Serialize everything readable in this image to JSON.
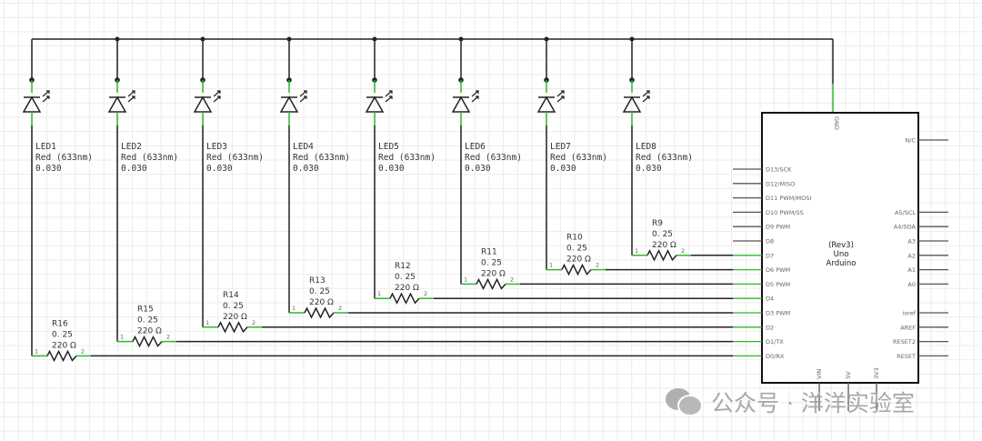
{
  "leds": [
    {
      "name": "LED1",
      "color": "Red (633nm)",
      "value": "0.030"
    },
    {
      "name": "LED2",
      "color": "Red (633nm)",
      "value": "0.030"
    },
    {
      "name": "LED3",
      "color": "Red (633nm)",
      "value": "0.030"
    },
    {
      "name": "LED4",
      "color": "Red (633nm)",
      "value": "0.030"
    },
    {
      "name": "LED5",
      "color": "Red (633nm)",
      "value": "0.030"
    },
    {
      "name": "LED6",
      "color": "Red (633nm)",
      "value": "0.030"
    },
    {
      "name": "LED7",
      "color": "Red (633nm)",
      "value": "0.030"
    },
    {
      "name": "LED8",
      "color": "Red (633nm)",
      "value": "0.030"
    }
  ],
  "resistors": [
    {
      "name": "R16",
      "power": "0. 25",
      "value": "220 Ω",
      "pin": "D0/RX"
    },
    {
      "name": "R15",
      "power": "0. 25",
      "value": "220 Ω",
      "pin": "D1/TX"
    },
    {
      "name": "R14",
      "power": "0. 25",
      "value": "220 Ω",
      "pin": "D2"
    },
    {
      "name": "R13",
      "power": "0. 25",
      "value": "220 Ω",
      "pin": "D3 PWM"
    },
    {
      "name": "R12",
      "power": "0. 25",
      "value": "220 Ω",
      "pin": "D4"
    },
    {
      "name": "R11",
      "power": "0. 25",
      "value": "220 Ω",
      "pin": "D5 PWM"
    },
    {
      "name": "R10",
      "power": "0. 25",
      "value": "220 Ω",
      "pin": "D6 PWM"
    },
    {
      "name": "R9",
      "power": "0. 25",
      "value": "220 Ω",
      "pin": "D7"
    }
  ],
  "arduino": {
    "title": [
      "(Rev3)",
      "Uno",
      "Arduino"
    ],
    "left_pins": [
      "D13/SCK",
      "D12/MISO",
      "D11 PWM/MOSI",
      "D10 PWM/SS",
      "D9 PWM",
      "D8",
      "D7",
      "D6 PWM",
      "D5 PWM",
      "D4",
      "D3 PWM",
      "D2",
      "D1/TX",
      "D0/RX"
    ],
    "right_pins": [
      {
        "label": "N/C",
        "row": -2
      },
      {
        "label": "A5/SCL",
        "row": 3
      },
      {
        "label": "A4/SDA",
        "row": 4
      },
      {
        "label": "A3",
        "row": 5
      },
      {
        "label": "A2",
        "row": 6
      },
      {
        "label": "A1",
        "row": 7
      },
      {
        "label": "A0",
        "row": 8
      },
      {
        "label": "ioref",
        "row": 10
      },
      {
        "label": "AREF",
        "row": 11
      },
      {
        "label": "RESET2",
        "row": 12
      },
      {
        "label": "RESET",
        "row": 13
      }
    ],
    "top_pin": "GND",
    "bottom_pins": [
      "VIN",
      "5V",
      "3V3"
    ]
  },
  "colors": {
    "wire": "#222222",
    "connected": "#2db82d"
  },
  "watermark": {
    "text": "公众号 · 洋洋实验室",
    "icon": "wechat-icon"
  }
}
